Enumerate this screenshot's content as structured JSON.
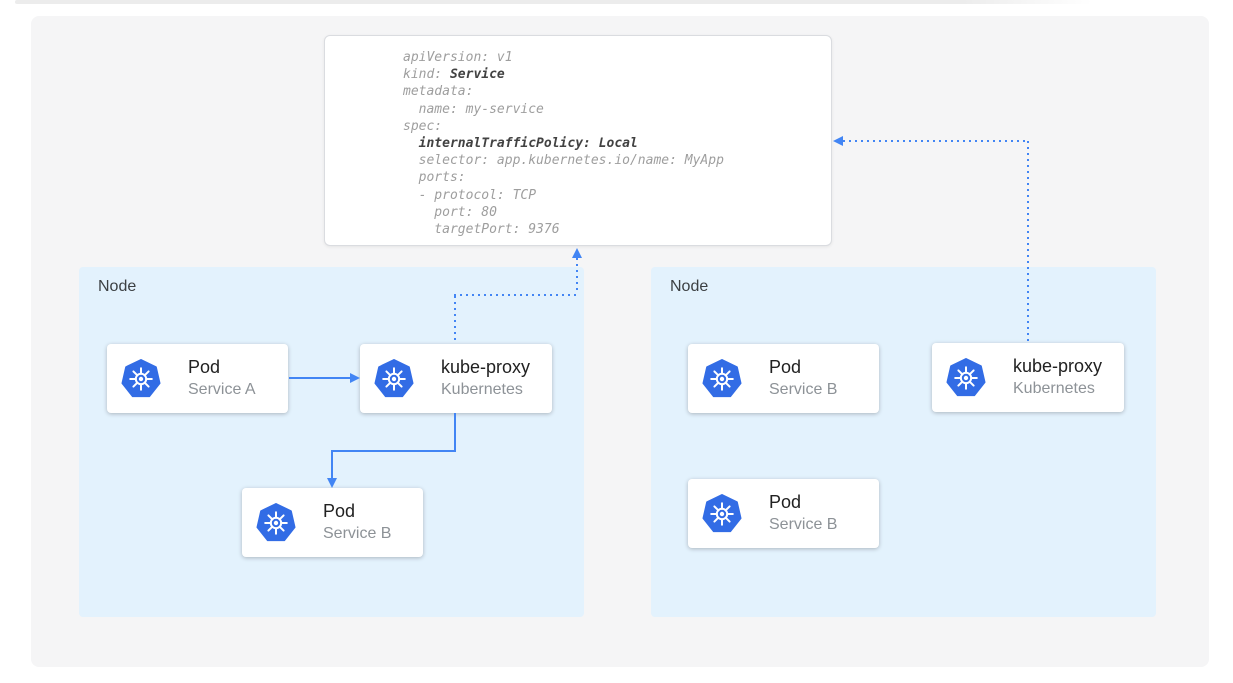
{
  "colors": {
    "canvas_bg": "#f5f5f6",
    "node_bg": "#e3f2fd",
    "arrow_blue": "#4285f4",
    "kubernetes_blue": "#326ce5",
    "code_text_gray": "#9e9e9e",
    "code_text_bold": "#424242",
    "card_title": "#212121",
    "card_subtitle": "#8d9297"
  },
  "code_panel": {
    "lines": [
      {
        "pre": "apiVersion: v1"
      },
      {
        "pre": "kind: ",
        "bold": "Service"
      },
      {
        "pre": "metadata:"
      },
      {
        "pre": "  name: my-service"
      },
      {
        "pre": "spec:"
      },
      {
        "pre": "  ",
        "bold": "internalTrafficPolicy: Local"
      },
      {
        "pre": "  selector: app.kubernetes.io/name: MyApp"
      },
      {
        "pre": "  ports:"
      },
      {
        "pre": "  - protocol: TCP"
      },
      {
        "pre": "    port: 80"
      },
      {
        "pre": "    targetPort: 9376"
      }
    ]
  },
  "nodes": {
    "left": {
      "label": "Node"
    },
    "right": {
      "label": "Node"
    }
  },
  "components": {
    "pod_a": {
      "title": "Pod",
      "subtitle": "Service A"
    },
    "kube_proxy_left": {
      "title": "kube-proxy",
      "subtitle": "Kubernetes"
    },
    "pod_b_left": {
      "title": "Pod",
      "subtitle": "Service B"
    },
    "pod_b_right_top": {
      "title": "Pod",
      "subtitle": "Service B"
    },
    "kube_proxy_right": {
      "title": "kube-proxy",
      "subtitle": "Kubernetes"
    },
    "pod_b_right_bottom": {
      "title": "Pod",
      "subtitle": "Service B"
    }
  }
}
